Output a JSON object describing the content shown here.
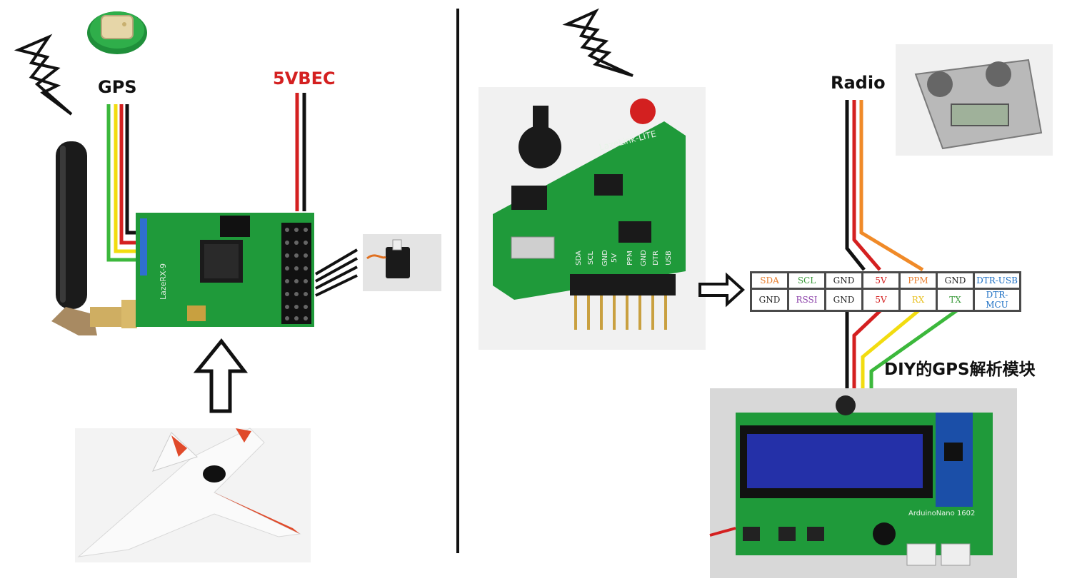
{
  "left": {
    "gps_label": "GPS",
    "bec_label": "5VBEC",
    "receiver_board_text": "LazeRX-9"
  },
  "right": {
    "radio_label": "Radio",
    "module_label": "DIY的GPS解析模块",
    "link_board_text": "LazeLink-LITE",
    "link_pins": [
      "SDA",
      "SCL",
      "GND",
      "5V",
      "PPM",
      "GND",
      "DTR",
      "USB"
    ],
    "lcd_board_text": "ArduinoNano 1602"
  },
  "pinout": {
    "rows": [
      [
        {
          "text": "SDA",
          "color": "#e87e2e"
        },
        {
          "text": "SCL",
          "color": "#3a9a3a"
        },
        {
          "text": "GND",
          "color": "#222222"
        },
        {
          "text": "5V",
          "color": "#d42020"
        },
        {
          "text": "PPM",
          "color": "#e87e2e"
        },
        {
          "text": "GND",
          "color": "#222222"
        },
        {
          "text": "DTR-USB",
          "color": "#1c6fc4"
        }
      ],
      [
        {
          "text": "GND",
          "color": "#222222"
        },
        {
          "text": "RSSI",
          "color": "#8a3fa8"
        },
        {
          "text": "GND",
          "color": "#222222"
        },
        {
          "text": "5V",
          "color": "#d42020"
        },
        {
          "text": "RX",
          "color": "#e8c020"
        },
        {
          "text": "TX",
          "color": "#3a9a3a"
        },
        {
          "text": "DTR-MCU",
          "color": "#1c6fc4"
        }
      ]
    ]
  },
  "colors": {
    "wire_red": "#d42020",
    "wire_black": "#111111",
    "wire_yellow": "#f2dc10",
    "wire_green": "#3cb83c",
    "wire_orange": "#f08a28",
    "pcb_green": "#1f9a3a",
    "divider": "#111111"
  },
  "icons": [
    "lightning-icon",
    "antenna-icon",
    "gps-antenna-icon",
    "servo-icon",
    "airplane-icon",
    "radio-transmitter-icon",
    "arrow-up-icon",
    "arrow-right-icon"
  ]
}
